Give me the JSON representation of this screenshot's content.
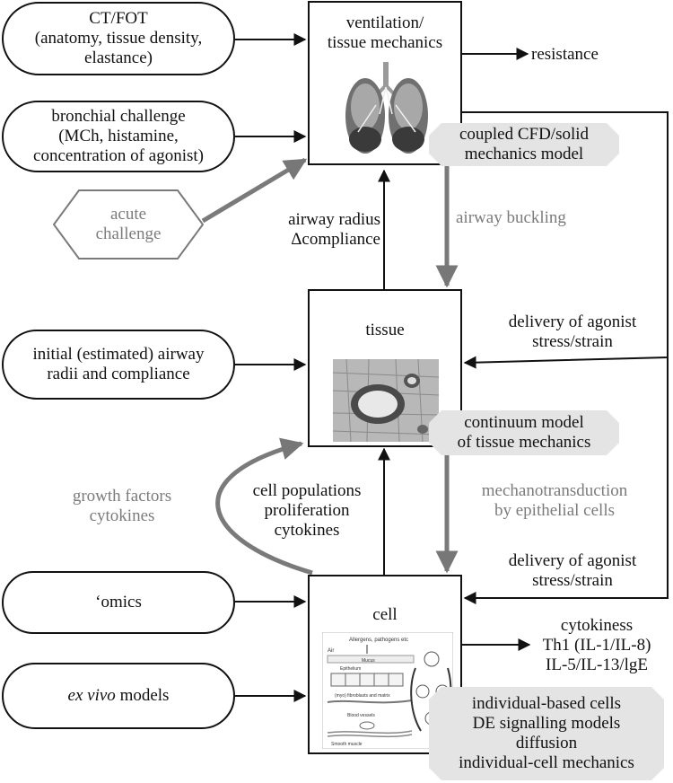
{
  "inputs": {
    "ct_fot": "CT/FOT\n(anatomy, tissue density,\nelastance)",
    "bronchial": "bronchial challenge\n(MCh, histamine,\nconcentration of agonist)",
    "acute": "acute\nchallenge",
    "initial_radii": "initial (estimated) airway\nradii and compliance",
    "omics": "‘omics",
    "ex_vivo_italic": "ex vivo",
    "ex_vivo_rest": " models"
  },
  "levels": {
    "ventilation": "ventilation/\ntissue mechanics",
    "tissue": "tissue",
    "cell": "cell"
  },
  "models": {
    "cfd": "coupled CFD/solid\nmechanics model",
    "continuum": "continuum model\nof tissue mechanics",
    "individual": "individual-based cells\nDE signalling models\ndiffusion\nindividual-cell mechanics"
  },
  "outputs": {
    "resistance": "resistance",
    "cytokines": "cytokiness\nTh1 (IL-1/IL-8)\nIL-5/IL-13/lgE"
  },
  "edges": {
    "airway_radius": "airway radius\nΔcompliance",
    "airway_buckling": "airway buckling",
    "delivery_top": "delivery of agonist\nstress/strain",
    "growth_factors": "growth factors\ncytokines",
    "cell_populations": "cell populations\nproliferation\ncytokines",
    "mechanotransduction": "mechanotransduction\nby epithelial cells",
    "delivery_bottom": "delivery of agonist\nstress/strain"
  },
  "schematic": {
    "allergens": "Allergens, pathogens etc",
    "air": "Air",
    "mucus": "Mucus",
    "epithelium": "Epithelium",
    "fibroblasts": "(myo) fibroblasts and matrix",
    "blood": "Blood vessels",
    "smooth": "Smooth muscle"
  }
}
